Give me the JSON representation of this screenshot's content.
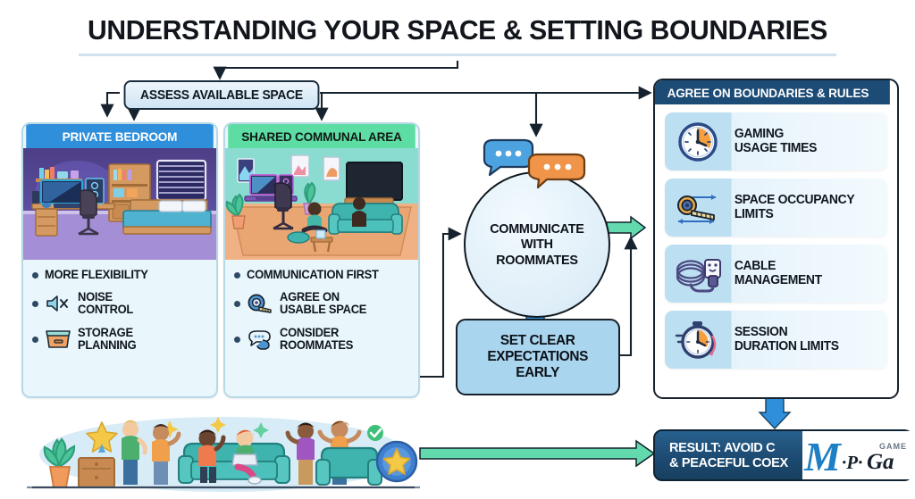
{
  "title": "UNDERSTANDING YOUR SPACE & SETTING BOUNDARIES",
  "entry": {
    "label": "ASSESS AVAILABLE SPACE"
  },
  "cards": [
    {
      "header": "PRIVATE BEDROOM",
      "header_bg": "#2f8fdb",
      "header_fg": "#ffffff",
      "art": "bedroom-gaming-setup-illustration",
      "bullets": [
        {
          "text": "MORE FLEXIBILITY",
          "icon": ""
        },
        {
          "text": "NOISE\nCONTROL",
          "icon": "speaker-mute-icon"
        },
        {
          "text": "STORAGE\nPLANNING",
          "icon": "storage-box-icon"
        }
      ]
    },
    {
      "header": "SHARED COMMUNAL AREA",
      "header_bg": "#5ddda4",
      "header_fg": "#101a14",
      "art": "living-room-shared-space-illustration",
      "bullets": [
        {
          "text": "COMMUNICATION FIRST",
          "icon": ""
        },
        {
          "text": "AGREE ON\nUSABLE SPACE",
          "icon": "tape-measure-icon"
        },
        {
          "text": "CONSIDER\nROOMMATES",
          "icon": "speech-bubble-icon"
        }
      ]
    }
  ],
  "center": {
    "circle_label": "COMMUNICATE\nWITH\nROOMMATES",
    "bubbles_icon": "chat-bubbles-icon",
    "box_label": "SET CLEAR\nEXPECTATIONS\nEARLY"
  },
  "rules": {
    "header": "AGREE ON BOUNDARIES & RULES",
    "header_bg": "#1c4b75",
    "items": [
      {
        "icon": "clock-icon",
        "text": "GAMING\nUSAGE TIMES"
      },
      {
        "icon": "tape-measure-icon",
        "text": "SPACE OCCUPANCY\nLIMITS"
      },
      {
        "icon": "cable-coil-icon",
        "text": "CABLE\nMANAGEMENT"
      },
      {
        "icon": "stopwatch-icon",
        "text": "SESSION\nDURATION LIMITS"
      }
    ]
  },
  "result": {
    "line1": "RESULT: AVOID C",
    "line2": "& PEACEFUL COEX",
    "bg": "#1d4a72"
  },
  "bottom_illustration": "roommates-group-celebration-illustration",
  "watermark": {
    "main": "M",
    "mid": "P",
    "tail": "Ga",
    "small": "GAME",
    "color": "#1d7fc4"
  },
  "colors": {
    "accent_blue": "#2f8fdb",
    "accent_green": "#5ddda4",
    "arrow_green": "#63d9ae",
    "arrow_blue": "#2f8fdb",
    "dark_navy": "#1c4b75",
    "line_dark": "#1a2633",
    "panel_light": "#e9f6fb"
  }
}
